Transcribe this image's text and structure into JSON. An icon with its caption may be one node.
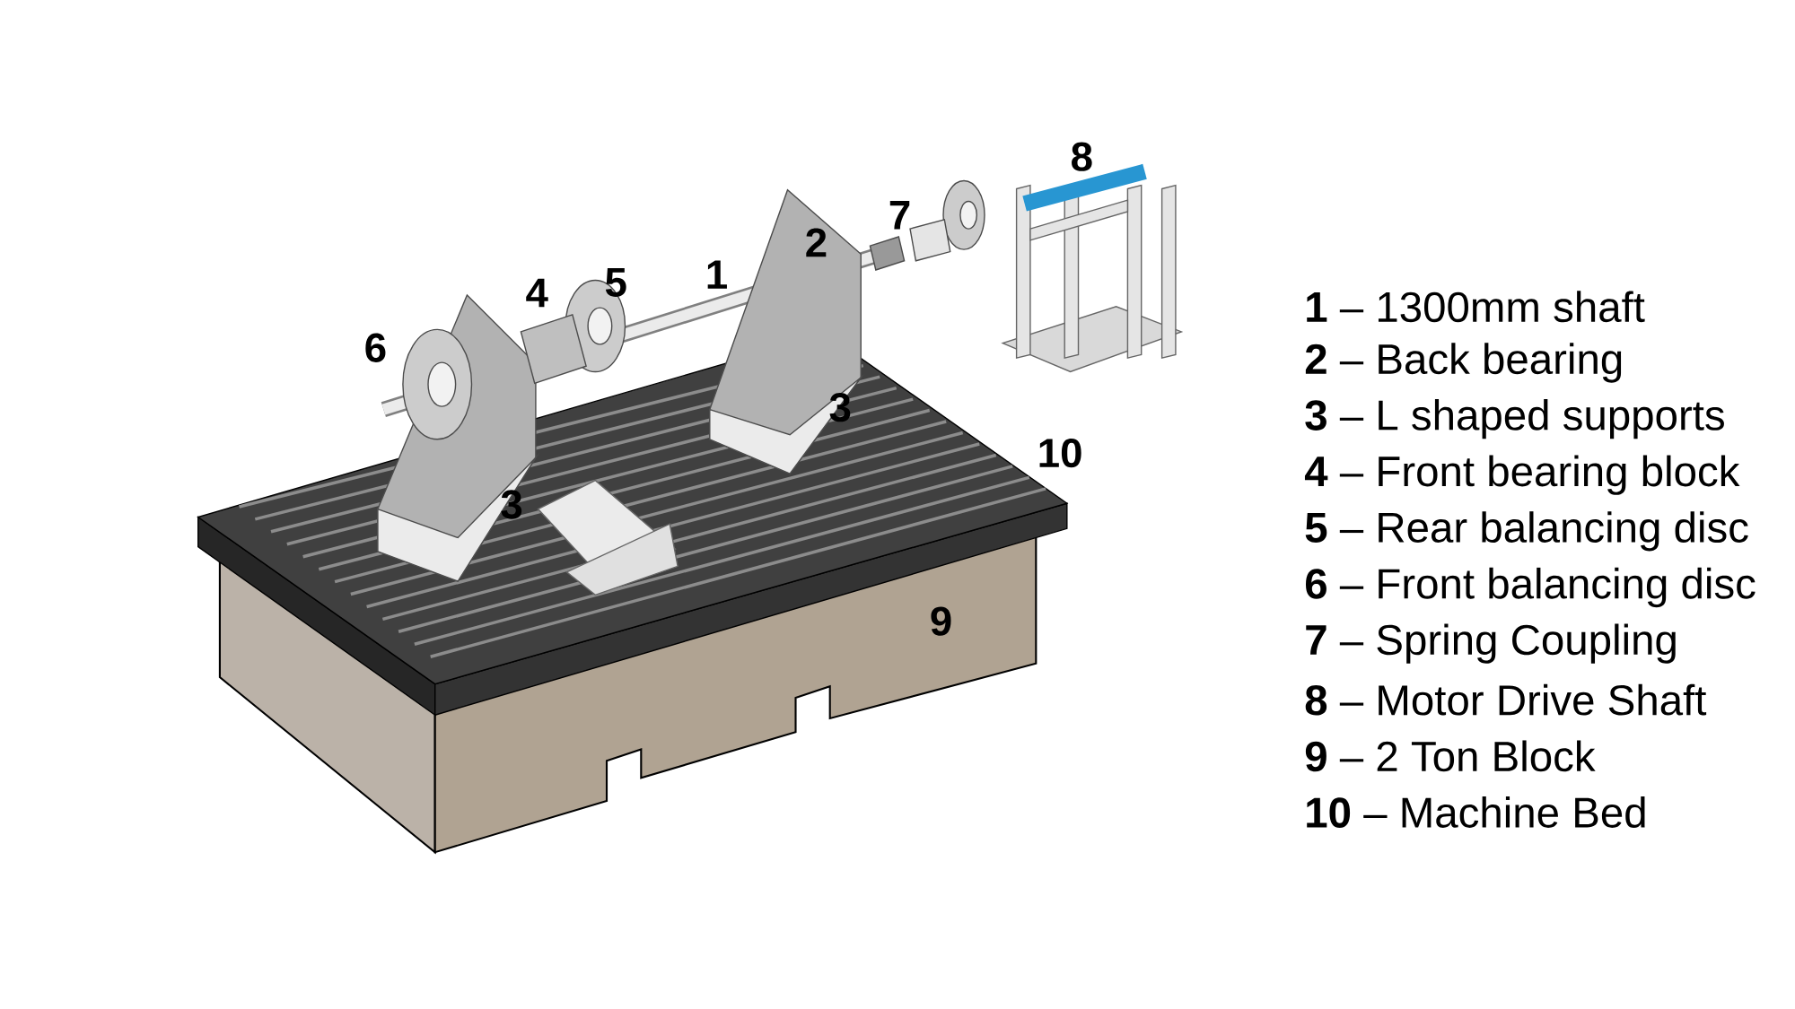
{
  "diagram": {
    "labels": [
      "8",
      "7",
      "2",
      "1",
      "5",
      "4",
      "6",
      "3",
      "10",
      "3",
      "9",
      "**1** – 1300mm shaft",
      "**2** – Back bearing",
      "**3** – L shaped supports",
      "**4** – Front bearing block",
      "**5** – Rear balancing disc",
      "**6** – Front balancing disc",
      "**7** – Spring Coupling",
      "**8** – Motor Drive Shaft",
      "**9** – 2 Ton Block",
      "**10** – Machine Bed"
    ]
  }
}
